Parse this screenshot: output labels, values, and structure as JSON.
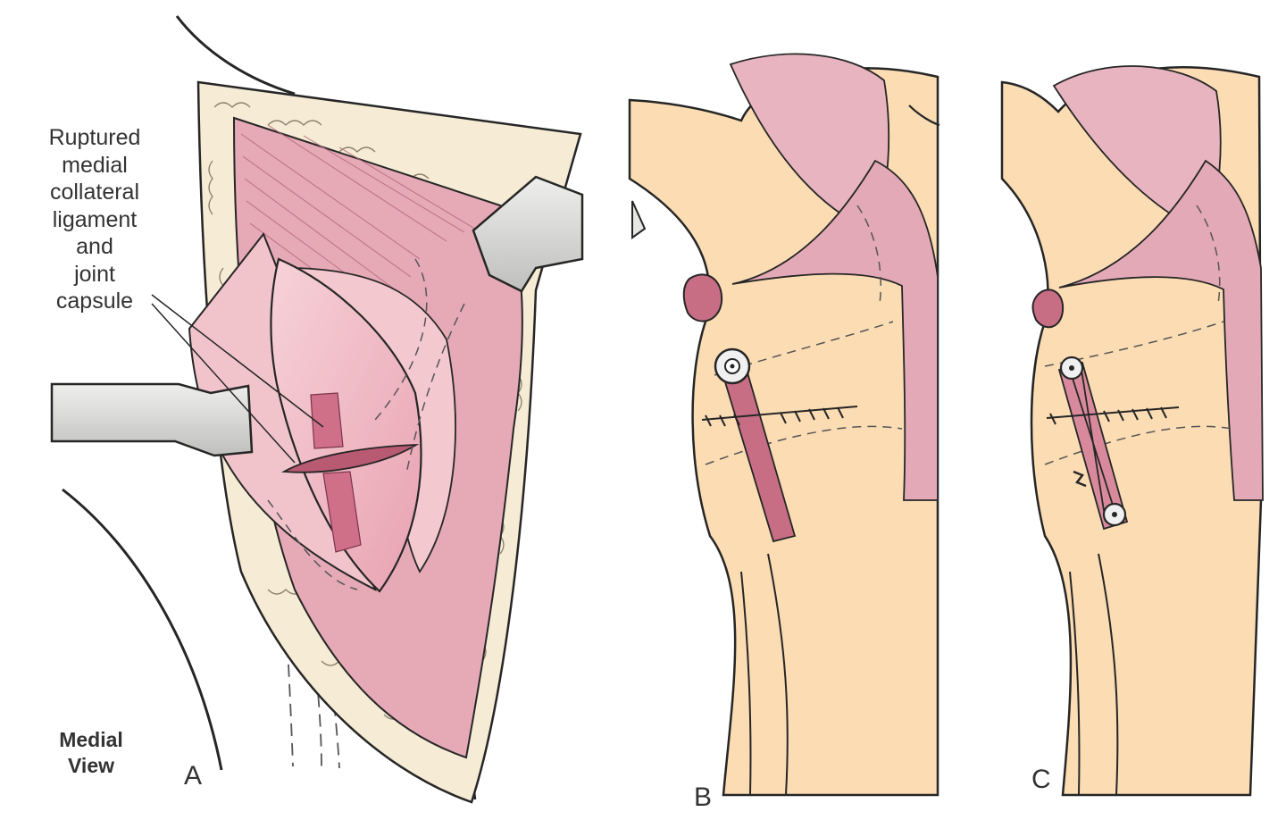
{
  "annotation": {
    "lines": [
      "Ruptured",
      "medial",
      "collateral",
      "ligament",
      "and",
      "joint",
      "capsule"
    ]
  },
  "view_label": {
    "lines": [
      "Medial",
      "View"
    ]
  },
  "panel_labels": {
    "a": "A",
    "b": "B",
    "c": "C"
  },
  "colors": {
    "skin": "#fbdcb3",
    "tissue": "#f1bcc4",
    "muscle": "#dc9aa9",
    "ligament": "#c76e85",
    "fat": "#f6ecd5",
    "retractor": "#d4d4d2",
    "outline": "#262626"
  },
  "icons": [
    "retractor-icon",
    "bone-screw-icon",
    "suture-icon",
    "patella-icon"
  ]
}
